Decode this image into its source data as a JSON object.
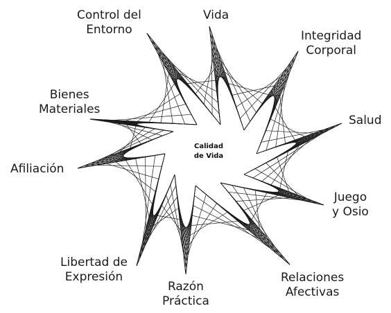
{
  "center": {
    "line1": "Calidad",
    "line2": "de Vida"
  },
  "capabilities": [
    {
      "key": "vida",
      "line1": "Vida",
      "line2": ""
    },
    {
      "key": "integridad",
      "line1": "Integridad",
      "line2": "Corporal"
    },
    {
      "key": "salud",
      "line1": "Salud",
      "line2": ""
    },
    {
      "key": "juego",
      "line1": "Juego",
      "line2": "y Osio"
    },
    {
      "key": "relaciones",
      "line1": "Relaciones",
      "line2": "Afectivas"
    },
    {
      "key": "razon",
      "line1": "Razón",
      "line2": "Práctica"
    },
    {
      "key": "libertad",
      "line1": "Libertad de",
      "line2": "Expresión"
    },
    {
      "key": "afiliacion",
      "line1": "Afiliación",
      "line2": ""
    },
    {
      "key": "bienes",
      "line1": "Bienes",
      "line2": "Materiales"
    },
    {
      "key": "control",
      "line1": "Control del",
      "line2": "Entorno"
    }
  ],
  "colors": {
    "line": "#1a1a1a",
    "text": "#1a1a1a",
    "background": "#ffffff"
  }
}
